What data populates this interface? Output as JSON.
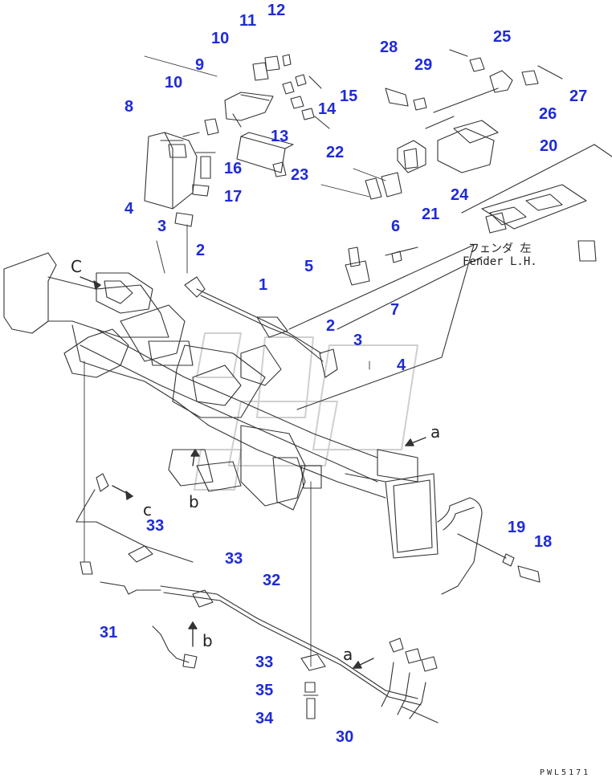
{
  "callouts": {
    "p1": "1",
    "p2a": "2",
    "p2b": "2",
    "p3a": "3",
    "p3b": "3",
    "p4a": "4",
    "p4b": "4",
    "p5": "5",
    "p6": "6",
    "p7": "7",
    "p8": "8",
    "p9": "9",
    "p10a": "10",
    "p10b": "10",
    "p11": "11",
    "p12": "12",
    "p13": "13",
    "p14": "14",
    "p15": "15",
    "p16": "16",
    "p17": "17",
    "p18": "18",
    "p19": "19",
    "p20": "20",
    "p21": "21",
    "p22": "22",
    "p23": "23",
    "p24": "24",
    "p25": "25",
    "p26": "26",
    "p27": "27",
    "p28": "28",
    "p29": "29",
    "p30": "30",
    "p31": "31",
    "p32": "32",
    "p33a": "33",
    "p33b": "33",
    "p33c": "33",
    "p34": "34",
    "p35": "35"
  },
  "view_letters": {
    "c_top": "C",
    "c_bottom": "c",
    "a_right": "a",
    "a_bottom": "a",
    "b_mid": "b",
    "b_bottom": "b"
  },
  "fender_note": {
    "jp": "フェンダ 左",
    "en": "Fender L.H."
  },
  "drawing_code": "PWL5171",
  "colors": {
    "callout": "#1f2bd6",
    "line": "#333333"
  }
}
